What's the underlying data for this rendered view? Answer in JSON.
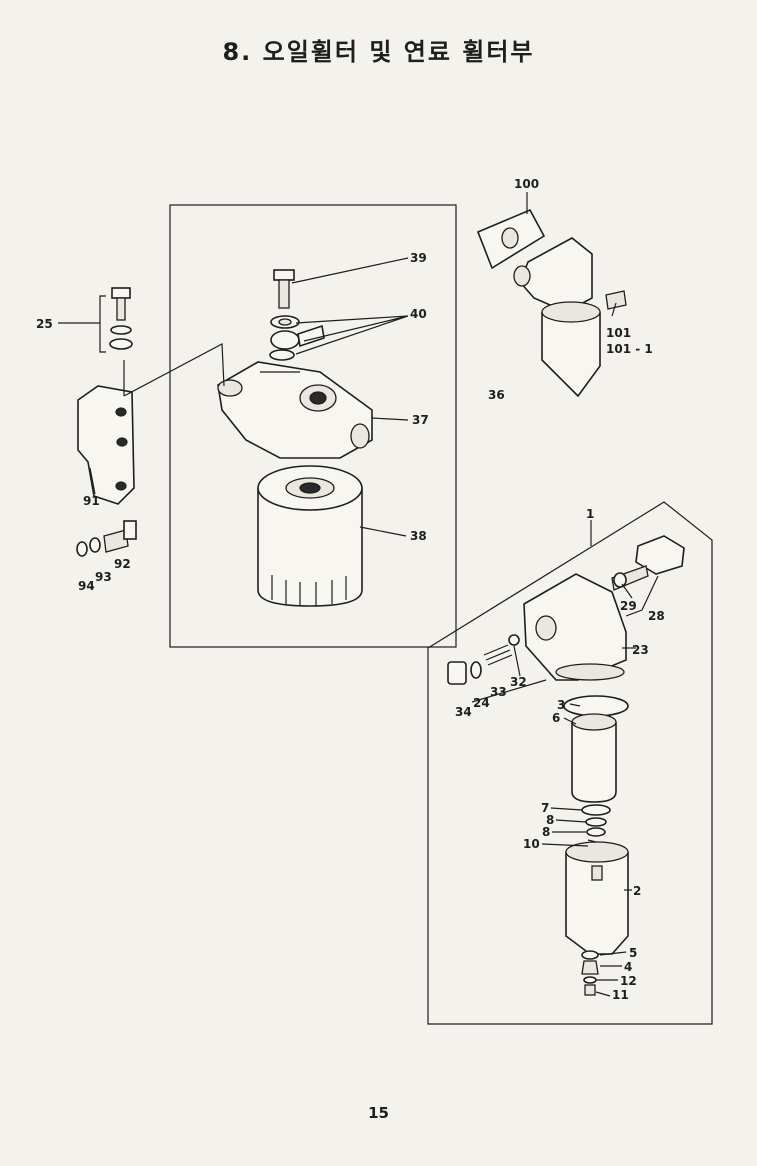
{
  "page": {
    "title": "8. 오일휠터 및 연료 휠터부",
    "page_number": "15"
  },
  "callouts": {
    "c100": "100",
    "c39": "39",
    "c40": "40",
    "c25": "25",
    "c101": "101",
    "c101_1": "101 - 1",
    "c36": "36",
    "c37": "37",
    "c91": "91",
    "c38": "38",
    "c94": "94",
    "c93": "93",
    "c92": "92",
    "c1": "1",
    "c29": "29",
    "c28": "28",
    "c23": "23",
    "c32": "32",
    "c33": "33",
    "c24": "24",
    "c34": "34",
    "c3": "3",
    "c6": "6",
    "c7": "7",
    "c8a": "8",
    "c8b": "8",
    "c10": "10",
    "c2": "2",
    "c5": "5",
    "c4": "4",
    "c12": "12",
    "c11": "11"
  }
}
